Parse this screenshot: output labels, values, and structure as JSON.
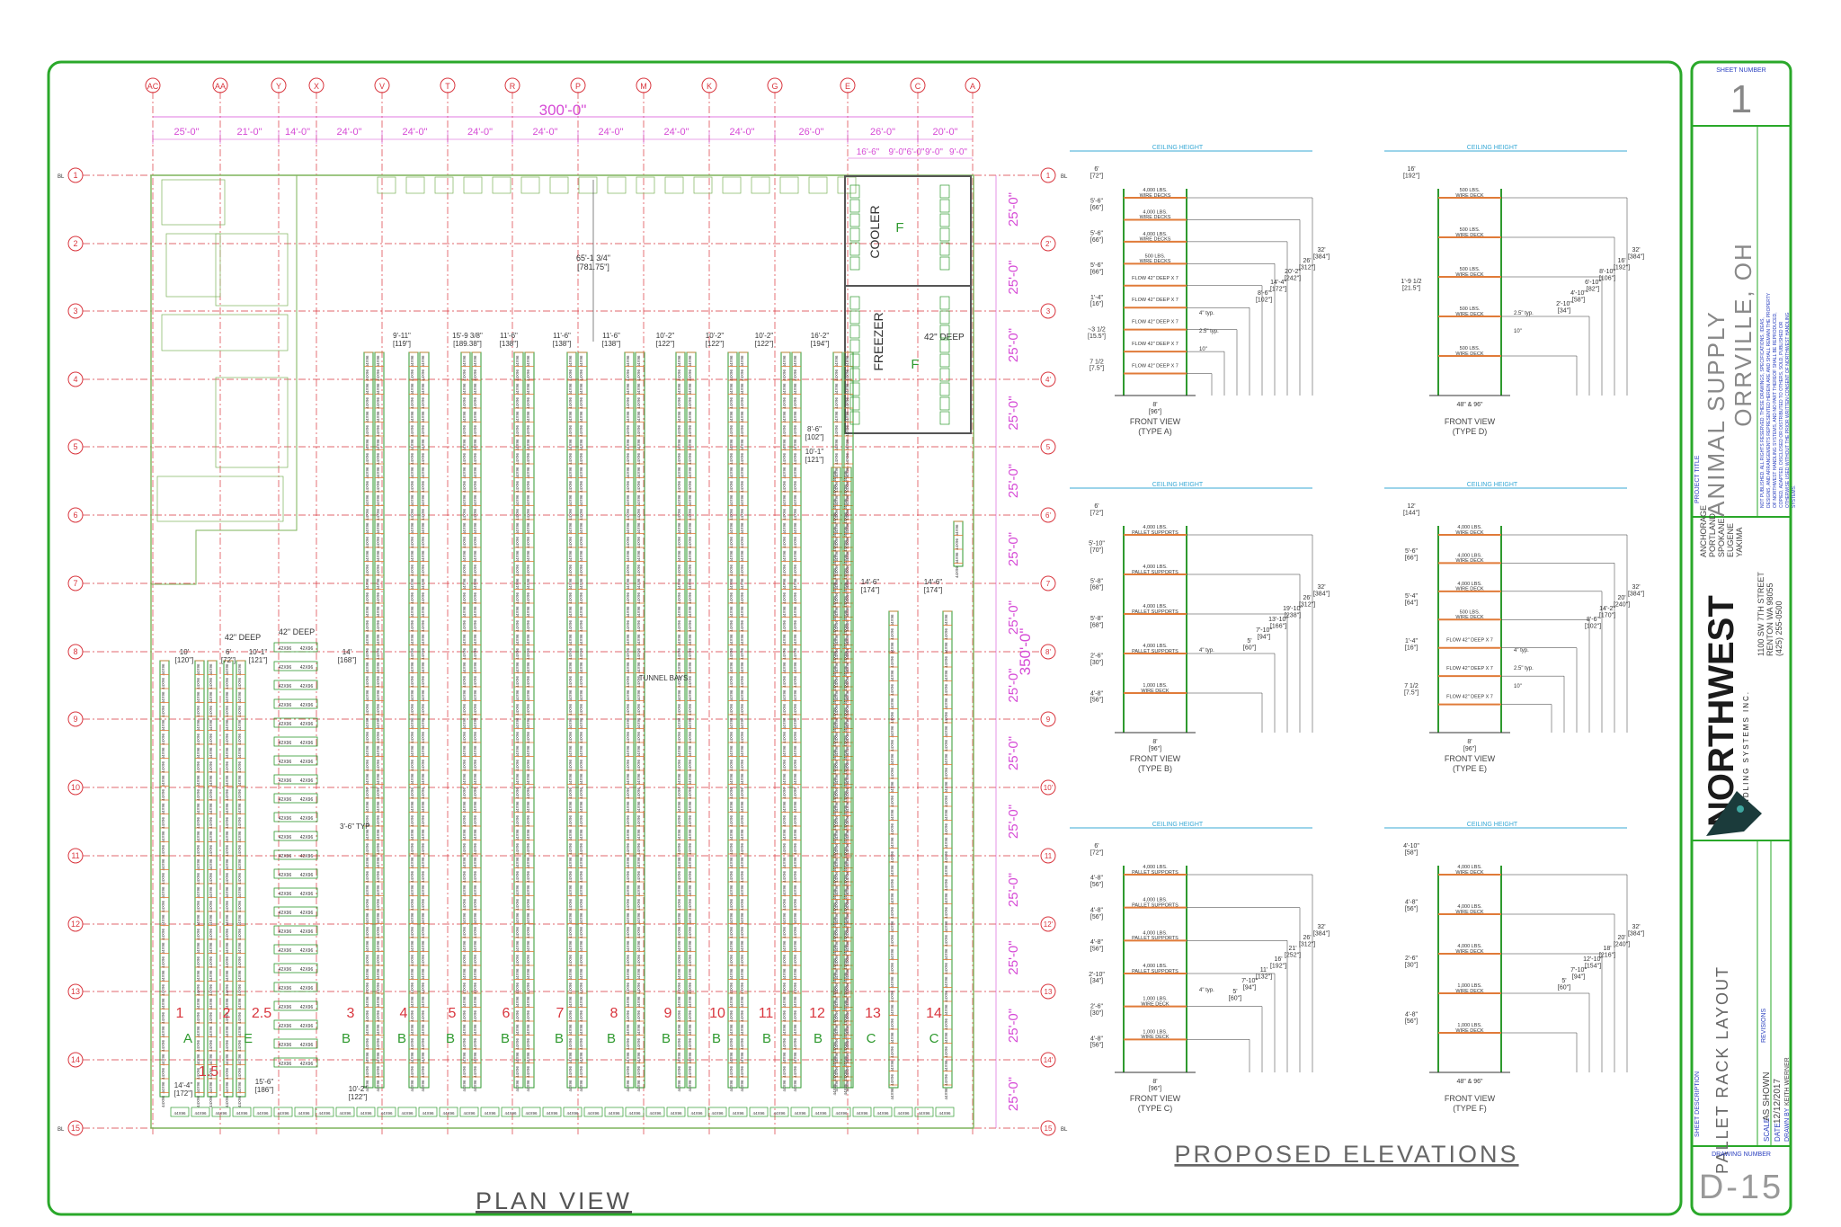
{
  "plan": {
    "overall_width": "300'-0\"",
    "overall_depth": "350'-0\"",
    "column_labels": [
      "AC",
      "AA",
      "Y",
      "X",
      "V",
      "T",
      "R",
      "P",
      "M",
      "K",
      "G",
      "E",
      "C",
      "A"
    ],
    "bay_widths": [
      "25'-0\"",
      "21'-0\"",
      "14'-0\"",
      "24'-0\"",
      "24'-0\"",
      "24'-0\"",
      "24'-0\"",
      "24'-0\"",
      "24'-0\"",
      "24'-0\"",
      "26'-0\"",
      "26'-0\"",
      "20'-0\""
    ],
    "sub_widths": [
      "16'-6\"",
      "9'-0\"",
      "6'-0\"",
      "9'-0\"",
      "9'-0\""
    ],
    "row_labels": [
      "1",
      "2",
      "3",
      "4",
      "5",
      "6",
      "7",
      "8",
      "9",
      "10",
      "11",
      "12",
      "13",
      "14",
      "15"
    ],
    "row_labels_right": [
      "1",
      "2'",
      "3",
      "4'",
      "5",
      "6'",
      "7",
      "8'",
      "9",
      "10'",
      "11",
      "12'",
      "13",
      "14'",
      "15"
    ],
    "row_spacing": "25'-0\"",
    "bl_label": "BL",
    "rooms": {
      "cooler": "COOLER",
      "freezer": "FREEZER",
      "f_label": "F"
    },
    "deep_label": "42\" DEEP",
    "deep_label_freezer": "42\" DEEP",
    "tunnel_bays": "TUNNEL BAYS",
    "rack_tag": "44X96",
    "rack_tag_short": "42X96",
    "aisle_numbers": [
      "1",
      "1.5",
      "2",
      "2.5",
      "3",
      "4",
      "5",
      "6",
      "7",
      "8",
      "9",
      "10",
      "11",
      "12",
      "13",
      "14"
    ],
    "aisle_types": [
      "A",
      "E",
      "B",
      "B",
      "B",
      "B",
      "B",
      "B",
      "B",
      "B",
      "B",
      "B",
      "C",
      "C"
    ],
    "dims": {
      "mid_height": "65'-1 3/4\"",
      "mid_height_in": "[781.75\"]",
      "top_aisles": [
        "9'-11\"",
        "15'-9 3/8\"",
        "11'-6\"",
        "11'-6\"",
        "11'-6\"",
        "10'-2\"",
        "10'-2\"",
        "10'-2\"",
        "16'-2\""
      ],
      "top_aisles_in": [
        "[119\"]",
        "[189.38\"]",
        "[138\"]",
        "[138\"]",
        "[138\"]",
        "[122\"]",
        "[122\"]",
        "[122\"]",
        "[194\"]"
      ],
      "d8_10": "10'",
      "d8_10_in": "[120\"]",
      "d8_6": "6'",
      "d8_6_in": "[72\"]",
      "d8_101": "10'-1\"",
      "d8_101_in": "[121\"]",
      "d8_14": "14'",
      "d8_14_in": "[168\"]",
      "typ": "3'-6\" TYP",
      "bottom_144": "14'-4\"",
      "bottom_144_in": "[172\"]",
      "bottom_156": "15'-6\"",
      "bottom_156_in": "[186\"]",
      "bottom_102": "10'-2\"",
      "bottom_102_in": "[122\"]",
      "f_86": "8'-6\"",
      "f_86_in": "[102\"]",
      "f_101": "10'-1\"",
      "f_101_in": "[121\"]",
      "r7_146": "14'-6\"",
      "r7_146_in": "[174\"]"
    },
    "caption": "PLAN VIEW"
  },
  "elevations": {
    "caption": "PROPOSED ELEVATIONS",
    "ceiling": "CEILING HEIGHT",
    "overall_height": "32'",
    "overall_height_in": "[384\"]",
    "frame_width": "8'",
    "frame_width_in": "[96\"]",
    "frame_width_d": "48\" & 96\"",
    "types": [
      {
        "name": "FRONT VIEW",
        "sub": "(TYPE A)",
        "levels": [
          "4,000 LBS.\nWIRE DECKS",
          "4,000 LBS.\nWIRE DECKS",
          "4,000 LBS.\nWIRE DECKS",
          "500 LBS.\nWIRE DECKS",
          "FLOW 42\" DEEP X 7",
          "FLOW 42\" DEEP X 7",
          "FLOW 42\" DEEP X 7",
          "FLOW 42\" DEEP X 7",
          "FLOW 42\" DEEP X 7"
        ],
        "left_dims": [
          "6'\n[72\"]",
          "5'-6\"\n[66\"]",
          "5'-6\"\n[66\"]",
          "5'-6\"\n[66\"]",
          "1'-4\"\n[16\"]",
          "~3 1/2\n[15.5\"]",
          "7 1/2\n[7.5\"]"
        ],
        "right_dims": [
          "32'\n[384\"]",
          "26'\n[312\"]",
          "20'-2\"\n[242\"]",
          "14'-4\"\n[172\"]",
          "8'-6\"\n[102\"]"
        ],
        "notes": [
          "4\" typ.",
          "2.5\" typ.",
          "10\""
        ]
      },
      {
        "name": "FRONT VIEW",
        "sub": "(TYPE D)",
        "levels": [
          "500 LBS.\nWIRE DECK",
          "500 LBS.\nWIRE DECK",
          "500 LBS.\nWIRE DECK",
          "500 LBS.\nWIRE DECK",
          "500 LBS.\nWIRE DECK"
        ],
        "left_dims": [
          "16'\n[192\"]",
          "1'-9 1/2\n[21.5\"]"
        ],
        "right_dims": [
          "32'\n[384\"]",
          "16'\n[192\"]",
          "8'-10\"\n[106\"]",
          "6'-10\"\n[82\"]",
          "4'-10\"\n[58\"]",
          "2'-10\"\n[34\"]"
        ],
        "notes": [
          "2.5\" typ.",
          "10\""
        ]
      },
      {
        "name": "FRONT VIEW",
        "sub": "(TYPE B)",
        "levels": [
          "4,000 LBS.\nPALLET SUPPORTS",
          "4,000 LBS.\nPALLET SUPPORTS",
          "4,000 LBS.\nPALLET SUPPORTS",
          "4,000 LBS.\nPALLET SUPPORTS",
          "1,000 LBS.\nWIRE DECK"
        ],
        "left_dims": [
          "6'\n[72\"]",
          "5'-10\"\n[70\"]",
          "5'-8\"\n[68\"]",
          "5'-8\"\n[68\"]",
          "2'-6\"\n[30\"]",
          "4'-8\"\n[56\"]"
        ],
        "right_dims": [
          "32'\n[384\"]",
          "26'\n[312\"]",
          "19'-10\"\n[238\"]",
          "13'-10\"\n[166\"]",
          "7'-10\"\n[94\"]",
          "5'\n[60\"]"
        ],
        "notes": [
          "4\" typ."
        ]
      },
      {
        "name": "FRONT VIEW",
        "sub": "(TYPE E)",
        "levels": [
          "4,000 LBS.\nWIRE DECK",
          "4,000 LBS.\nWIRE DECK",
          "4,000 LBS.\nWIRE DECK",
          "500 LBS.\nWIRE DECK",
          "FLOW 42\" DEEP X 7",
          "FLOW 42\" DEEP X 7",
          "FLOW 42\" DEEP X 7"
        ],
        "left_dims": [
          "12'\n[144\"]",
          "5'-6\"\n[66\"]",
          "5'-4\"\n[64\"]",
          "1'-4\"\n[16\"]",
          "7 1/2\n[7.5\"]"
        ],
        "right_dims": [
          "32'\n[384\"]",
          "20'\n[240\"]",
          "14'-2\"\n[170\"]",
          "8'-6\"\n[102\"]"
        ],
        "notes": [
          "4\" typ.",
          "2.5\" typ.",
          "10\""
        ]
      },
      {
        "name": "FRONT VIEW",
        "sub": "(TYPE C)",
        "levels": [
          "4,000 LBS.\nPALLET SUPPORTS",
          "4,000 LBS.\nPALLET SUPPORTS",
          "4,000 LBS.\nPALLET SUPPORTS",
          "4,000 LBS.\nPALLET SUPPORTS",
          "1,000 LBS.\nWIRE DECK",
          "1,000 LBS.\nWIRE DECK"
        ],
        "left_dims": [
          "6'\n[72\"]",
          "4'-8\"\n[56\"]",
          "4'-8\"\n[56\"]",
          "4'-8\"\n[56\"]",
          "2'-10\"\n[34\"]",
          "2'-6\"\n[30\"]",
          "4'-8\"\n[56\"]"
        ],
        "right_dims": [
          "32'\n[384\"]",
          "26'\n[312\"]",
          "21'\n[252\"]",
          "16'\n[192\"]",
          "11'\n[132\"]",
          "7'-10\"\n[94\"]",
          "5'\n[60\"]"
        ],
        "notes": [
          "4\" typ."
        ]
      },
      {
        "name": "FRONT VIEW",
        "sub": "(TYPE F)",
        "levels": [
          "4,000 LBS.\nWIRE DECK",
          "4,000 LBS.\nWIRE DECK",
          "4,000 LBS.\nWIRE DECK",
          "1,000 LBS.\nWIRE DECK",
          "1,000 LBS.\nWIRE DECK"
        ],
        "left_dims": [
          "4'-10\"\n[58\"]",
          "4'-8\"\n[56\"]",
          "2'-6\"\n[30\"]",
          "4'-8\"\n[56\"]"
        ],
        "right_dims": [
          "32'\n[384\"]",
          "20'\n[240\"]",
          "18'\n[216\"]",
          "12'-10\"\n[154\"]",
          "7'-10\"\n[94\"]",
          "5'\n[60\"]"
        ],
        "notes": []
      }
    ]
  },
  "title_block": {
    "sheet_number_label": "SHEET NUMBER",
    "sheet_number": "1",
    "project_title_label": "PROJECT TITLE",
    "project_name": "ANIMAL SUPPLY",
    "project_location": "ORRVILLE, OH",
    "notice": "NOT PUBLISHED. ALL RIGHTS RESERVED. THESE DRAWINGS, SPECIFICATIONS, IDEAS, DESIGNS, AND ARRANGEMENTS REPRESENTED HEREIN ARE AND SHALL REMAIN THE PROPERTY OF NORTHWEST HANDLING SYSTEMS, AND NO PART THEREOF SHALL BE REPRODUCED, COPIED, ADAPTED, DISCLOSED OR DISTRIBUTED TO OTHERS, SOLD, PUBLISHED OR OTHERWISE USED WITHOUT THE PRIOR WRITTEN CONSENT OF NORTHWEST HANDLING SYSTEMS.",
    "branches": [
      "ANCHORAGE",
      "PORTLAND",
      "SPOKANE",
      "EUGENE",
      "YAKIMA"
    ],
    "company": "NORTHWEST",
    "company_sub": "HANDLING SYSTEMS INC.",
    "address": [
      "1100 SW 7TH STREET",
      "RENTON WA 98055",
      "(425) 255-0500"
    ],
    "sheet_description_label": "SHEET DESCRIPTION",
    "sheet_description": "PALLET RACK LAYOUT",
    "revisions_label": "REVISIONS",
    "scale_label": "SCALE",
    "scale": "AS SHOWN",
    "date_label": "DATE",
    "date": "12/12/2017",
    "drawn_label": "DRAWN BY",
    "drawn_by": "KEITH WERNER",
    "drawing_number_label": "DRAWING NUMBER",
    "drawing_number": "D-15"
  },
  "colors": {
    "border": "#2aa82a",
    "grid": "#d9363e",
    "dimension": "#d64bd6",
    "rack_upright": "#2f9a2f",
    "rack_beam": "#e07b39",
    "ceiling": "#38a9d6",
    "title_blue": "#2a3fbf",
    "wall": "#7db35a"
  }
}
